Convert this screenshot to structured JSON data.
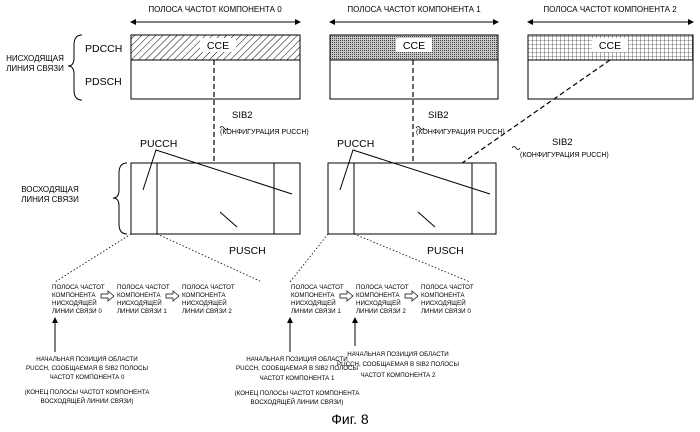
{
  "components": [
    {
      "band_label": "ПОЛОСА ЧАСТОТ КОМПОНЕНТА 0",
      "cce": "CCE"
    },
    {
      "band_label": "ПОЛОСА ЧАСТОТ КОМПОНЕНТА 1",
      "cce": "CCE"
    },
    {
      "band_label": "ПОЛОСА ЧАСТОТ КОМПОНЕНТА 2",
      "cce": "CCE"
    }
  ],
  "downlink": {
    "label_lines": [
      "НИСХОДЯЩАЯ",
      "ЛИНИЯ СВЯЗИ"
    ],
    "pdcch": "PDCCH",
    "pdsch": "PDSCH"
  },
  "uplink": {
    "label_lines": [
      "ВОСХОДЯЩАЯ",
      "ЛИНИЯ СВЯЗИ"
    ],
    "pucch": "PUCCH",
    "pusch": "PUSCH"
  },
  "sib2": [
    {
      "title": "SIB2",
      "sub": "(КОНФИГУРАЦИЯ PUCCH)"
    },
    {
      "title": "SIB2",
      "sub": "(КОНФИГУРАЦИЯ PUCCH)"
    },
    {
      "title": "SIB2",
      "sub": "(КОНФИГУРАЦИЯ PUCCH)"
    }
  ],
  "flow_left": [
    [
      "ПОЛОСА ЧАСТОТ",
      "КОМПОНЕНТА",
      "НИСХОДЯЩЕЙ",
      "ЛИНИИ СВЯЗИ 0"
    ],
    [
      "ПОЛОСА ЧАСТОТ",
      "КОМПОНЕНТА",
      "НИСХОДЯЩЕЙ",
      "ЛИНИИ СВЯЗИ 1"
    ],
    [
      "ПОЛОСА ЧАСТОТ",
      "КОМПОНЕНТА",
      "НИСХОДЯЩЕЙ",
      "ЛИНИИ СВЯЗИ 2"
    ]
  ],
  "flow_right": [
    [
      "ПОЛОСА ЧАСТОТ",
      "КОМПОНЕНТА",
      "НИСХОДЯЩЕЙ",
      "ЛИНИИ СВЯЗИ 1"
    ],
    [
      "ПОЛОСА ЧАСТОТ",
      "КОМПОНЕНТА",
      "НИСХОДЯЩЕЙ",
      "ЛИНИИ СВЯЗИ 2"
    ],
    [
      "ПОЛОСА ЧАСТОТ",
      "КОМПОНЕНТА",
      "НИСХОДЯЩЕЙ",
      "ЛИНИИ СВЯЗИ 0"
    ]
  ],
  "start_left": [
    "НАЧАЛЬНАЯ ПОЗИЦИЯ ОБЛАСТИ",
    "PUCCH, СООБЩАЕМАЯ В SIB2 ПОЛОСЫ",
    "ЧАСТОТ КОМПОНЕНТА 0"
  ],
  "end_left": [
    "(КОНЕЦ ПОЛОСЫ ЧАСТОТ КОМПОНЕНТА",
    "ВОСХОДЯЩЕЙ ЛИНИИ СВЯЗИ)"
  ],
  "start_mid": [
    "НАЧАЛЬНАЯ ПОЗИЦИЯ ОБЛАСТИ",
    "PUCCH, СООБЩАЕМАЯ В SIB2 ПОЛОСЫ",
    "ЧАСТОТ КОМПОНЕНТА 1"
  ],
  "end_mid": [
    "(КОНЕЦ ПОЛОСЫ ЧАСТОТ КОМПОНЕНТА",
    "ВОСХОДЯЩЕЙ ЛИНИИ СВЯЗИ)"
  ],
  "start_right": [
    "НАЧАЛЬНАЯ ПОЗИЦИЯ ОБЛАСТИ",
    "PUCCH, СООБЩАЕМАЯ В SIB2 ПОЛОСЫ",
    "ЧАСТОТ КОМПОНЕНТА 2"
  ],
  "caption": "Фиг. 8"
}
